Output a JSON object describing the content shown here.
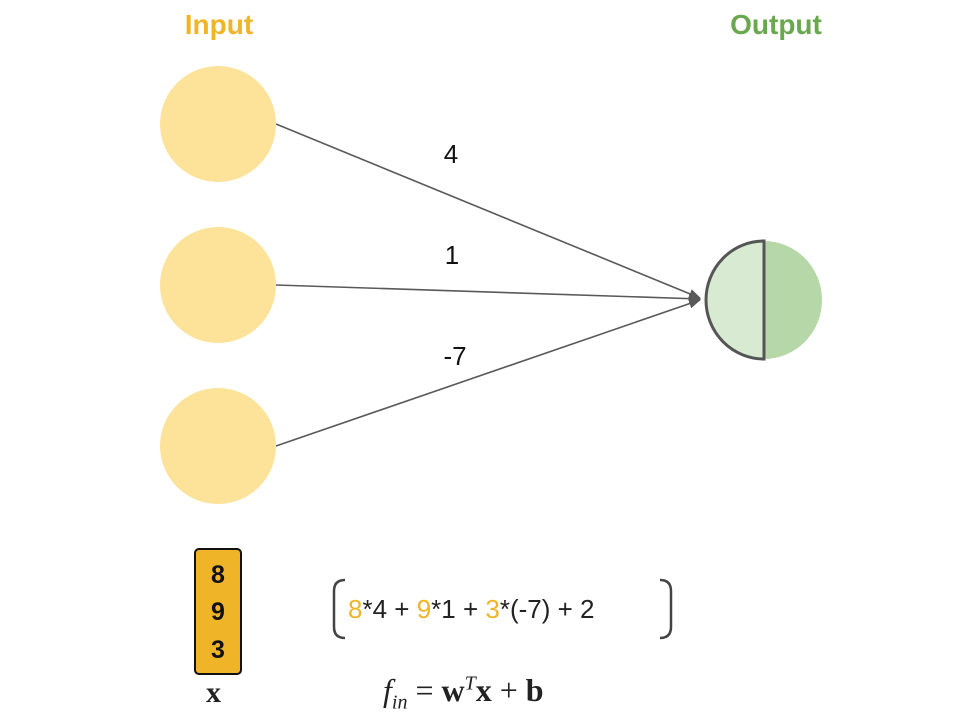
{
  "headers": {
    "input": "Input",
    "output": "Output"
  },
  "weights": [
    "4",
    "1",
    "-7"
  ],
  "input_vector": [
    "8",
    "9",
    "3"
  ],
  "formula": {
    "x1": "8",
    "t1": "*4 + ",
    "x2": "9",
    "t2": "*1 + ",
    "x3": "3",
    "t3": "*(-7) + 2"
  },
  "math": {
    "x_label": "x",
    "f": "f",
    "f_sub": "in",
    "eq": " = ",
    "w": "w",
    "w_sup": "T",
    "x": "x",
    "plus": " + ",
    "b": "b"
  },
  "colors": {
    "input_node": "#fde39a",
    "input_header": "#f0b429",
    "output_header": "#6aa84f",
    "output_left": "#d9ead3",
    "output_right": "#b6d7a8",
    "edge": "#595959",
    "vector_fill": "#f0b429"
  }
}
